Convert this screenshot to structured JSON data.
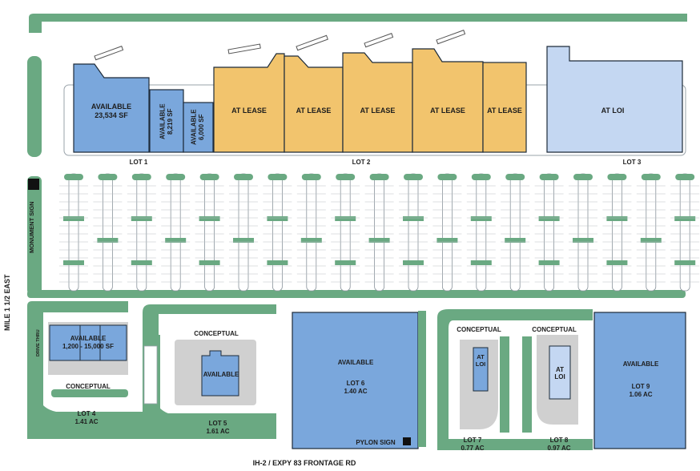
{
  "colors": {
    "landscape": "#6aa982",
    "available": "#7aa7dc",
    "at_lease": "#f2c46d",
    "at_loi": "#c4d7f2",
    "pavement": "#ffffff",
    "concrete": "#d0d0d0",
    "outline": "#1d2b3a"
  },
  "roads": {
    "west": "MILE 1 1/2 EAST",
    "south": "IH-2 / EXPY 83 FRONTAGE RD"
  },
  "signs": {
    "monument": "MONUMENT SIGN",
    "pylon": "PYLON SIGN"
  },
  "lots": {
    "lot1": "LOT 1",
    "lot2": "LOT 2",
    "lot3": "LOT 3",
    "lot4": {
      "name": "LOT 4",
      "acres": "1.41 AC"
    },
    "lot5": {
      "name": "LOT 5",
      "acres": "1.61 AC"
    },
    "lot6": {
      "name": "LOT 6",
      "acres": "1.40 AC"
    },
    "lot7": {
      "name": "LOT 7",
      "acres": "0.77 AC"
    },
    "lot8": {
      "name": "LOT 8",
      "acres": "0.97 AC"
    },
    "lot9": {
      "name": "LOT 9",
      "acres": "1.06 AC"
    }
  },
  "buildings": {
    "anchor": {
      "status": "AVAILABLE",
      "size": "23,534 SF"
    },
    "unit2": {
      "status": "AVAILABLE",
      "size": "8,219 SF"
    },
    "unit3": {
      "status": "AVAILABLE",
      "size": "6,000 SF"
    },
    "lease1": "AT LEASE",
    "lease2": "AT LEASE",
    "lease3": "AT LEASE",
    "lease4": "AT LEASE",
    "lease5": "AT LEASE",
    "loi_building": "AT LOI",
    "pad4": {
      "status": "AVAILABLE",
      "size": "1,200 - 15,000 SF",
      "drive": "DRIVE THRU"
    },
    "pad5": "AVAILABLE",
    "pad6": "AVAILABLE",
    "pad7": "AT LOI",
    "pad8": "AT LOI",
    "pad9": "AVAILABLE"
  },
  "conceptual": {
    "c4": "CONCEPTUAL",
    "c5": "CONCEPTUAL",
    "c7": "CONCEPTUAL",
    "c8": "CONCEPTUAL"
  }
}
